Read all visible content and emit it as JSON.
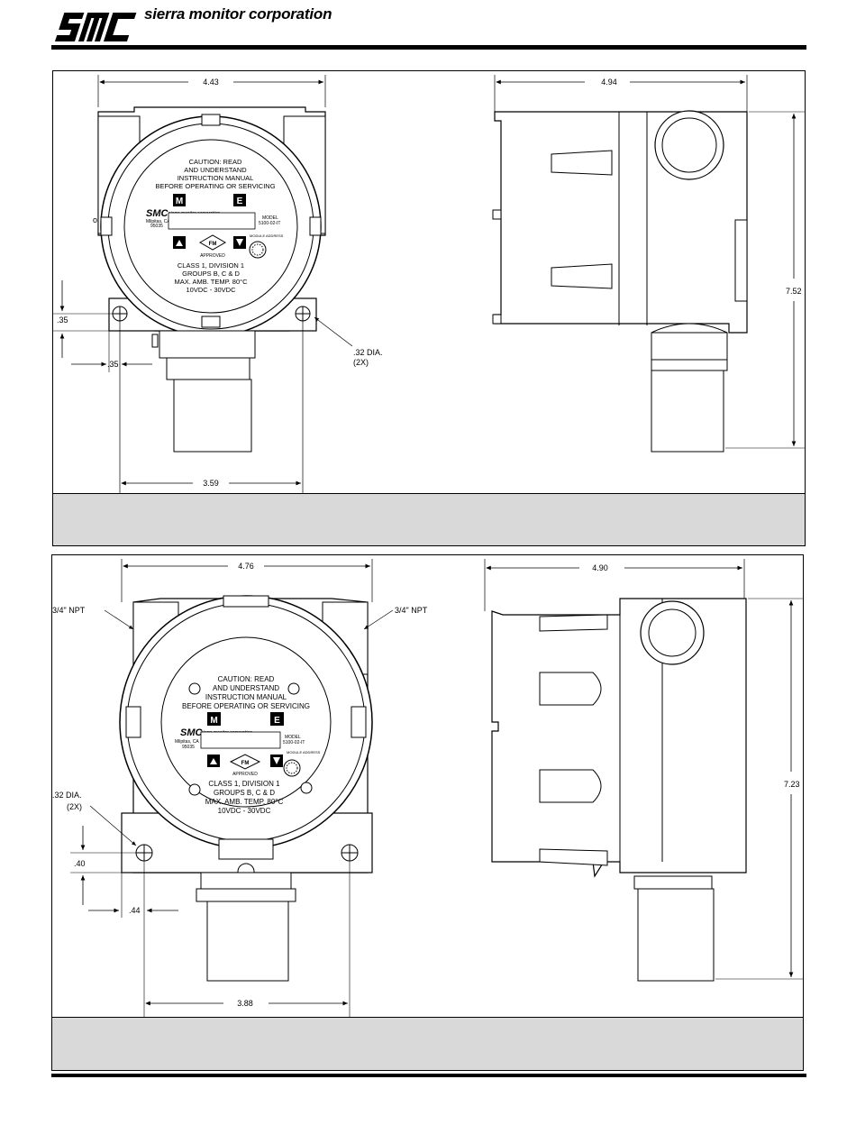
{
  "header": {
    "logo_letters": "SMC",
    "company_name": "sierra monitor corporation"
  },
  "figure1": {
    "dims": {
      "width_top": "4.43",
      "depth_top": "4.94",
      "height_right": "7.52",
      "left_offset_vertical": ".35",
      "left_offset_horizontal": ".35",
      "mount_hole_spacing": "3.59",
      "hole_callout_line1": ".32 DIA.",
      "hole_callout_line2": "(2X)"
    },
    "faceplate": {
      "caution_lines": [
        "CAUTION: READ",
        "AND UNDERSTAND",
        "INSTRUCTION MANUAL",
        "BEFORE OPERATING OR SERVICING"
      ],
      "button_m": "M",
      "button_e": "E",
      "small_brand": "sierra monitor corporation",
      "city": "Milpitas, CA",
      "zip": "95035",
      "model_label": "MODEL",
      "model_number": "5100-02-IT",
      "fm_label": "FM",
      "approved": "APPROVED",
      "module_address": "MODULE ADDRESS",
      "class_lines": [
        "CLASS 1, DIVISION 1",
        "GROUPS B, C & D",
        "MAX. AMB. TEMP. 80°C",
        "10VDC - 30VDC"
      ]
    }
  },
  "figure2": {
    "dims": {
      "width_top": "4.76",
      "depth_top": "4.90",
      "height_right": "7.23",
      "npt_left": "3/4\" NPT",
      "npt_right": "3/4\" NPT",
      "hole_callout_line1": ".32 DIA.",
      "hole_callout_line2": "(2X)",
      "left_offset_vertical": ".40",
      "left_offset_horizontal": ".44",
      "mount_hole_spacing": "3.88"
    },
    "faceplate": {
      "caution_lines": [
        "CAUTION: READ",
        "AND UNDERSTAND",
        "INSTRUCTION MANUAL",
        "BEFORE OPERATING OR SERVICING"
      ],
      "button_m": "M",
      "button_e": "E",
      "small_brand": "sierra monitor corporation",
      "city": "Milpitas, CA",
      "zip": "95035",
      "model_label": "MODEL",
      "model_number": "5100-02-IT",
      "fm_label": "FM",
      "approved": "APPROVED",
      "module_address": "MODULE ADDRESS",
      "class_lines": [
        "CLASS 1, DIVISION 1",
        "GROUPS B, C & D",
        "MAX. AMB. TEMP. 80°C",
        "10VDC - 30VDC"
      ]
    }
  }
}
